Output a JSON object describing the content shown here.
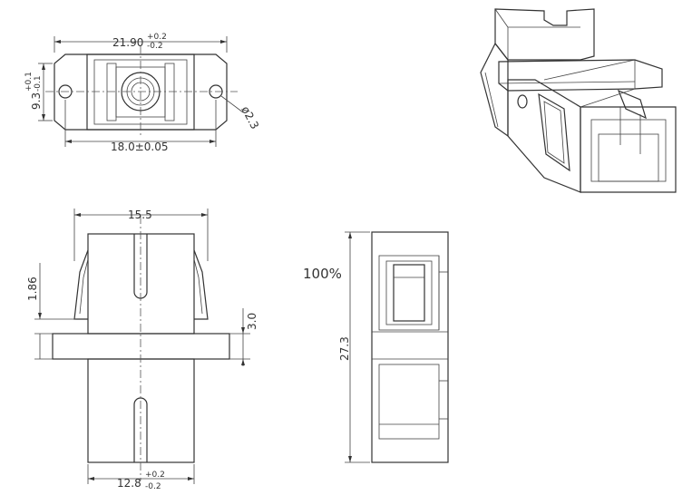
{
  "dimensions": {
    "front_width": {
      "value": "21.90",
      "tol_plus": "+0.2",
      "tol_minus": "-0.2"
    },
    "front_height": {
      "value": "9.3",
      "tol_plus": "+0.1",
      "tol_minus": "-0.1"
    },
    "hole_dia": "ø2.3",
    "hole_spacing": "18.0±0.05",
    "top_width": "15.5",
    "clip_offset": "1.86",
    "flange_thickness": "3.0",
    "bottom_width": {
      "value": "12.8",
      "tol_plus": "+0.2",
      "tol_minus": "-0.2"
    },
    "side_height": "27.3"
  },
  "scale_label": "100%"
}
